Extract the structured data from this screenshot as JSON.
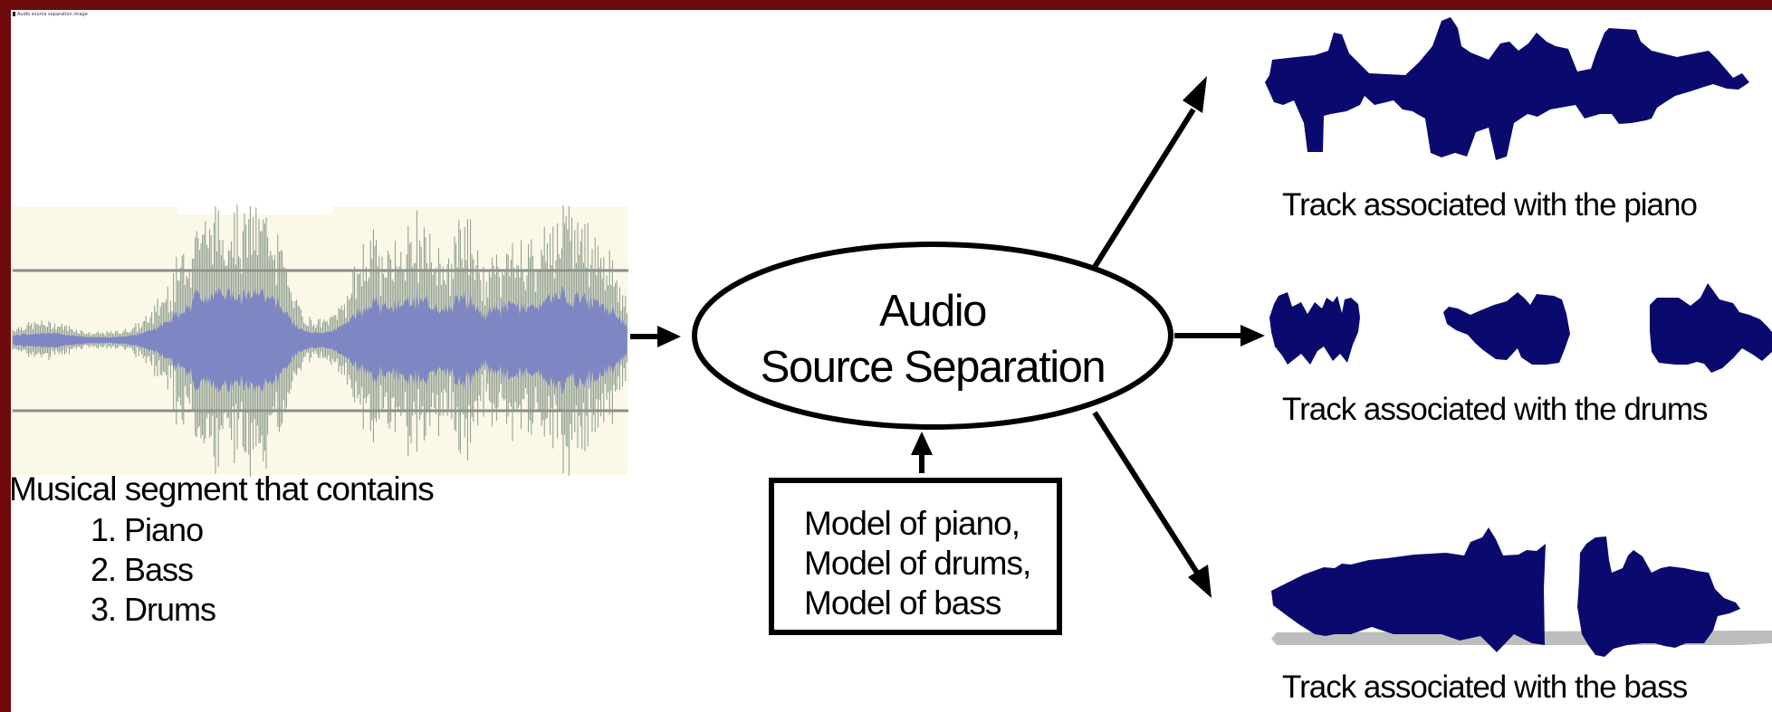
{
  "header": {
    "caption": "Audio source separation image"
  },
  "input": {
    "title": "Musical segment that contains",
    "instruments": [
      "1. Piano",
      "2. Bass",
      "3. Drums"
    ]
  },
  "process": {
    "line1": "Audio",
    "line2": "Source Separation"
  },
  "models": [
    "Model of piano,",
    "Model of drums,",
    "Model of bass"
  ],
  "outputs": {
    "piano": "Track associated with the piano",
    "drums": "Track associated with the drums",
    "bass": "Track associated with the bass"
  },
  "colors": {
    "frame": "#6e0a0a",
    "waveform_panel": "#fcf8e8",
    "waveform_outer": "#8a9a8c",
    "waveform_inner": "#7f86c4",
    "track_shape": "#0a0a6e",
    "bass_shadow": "#bdbdbd"
  }
}
